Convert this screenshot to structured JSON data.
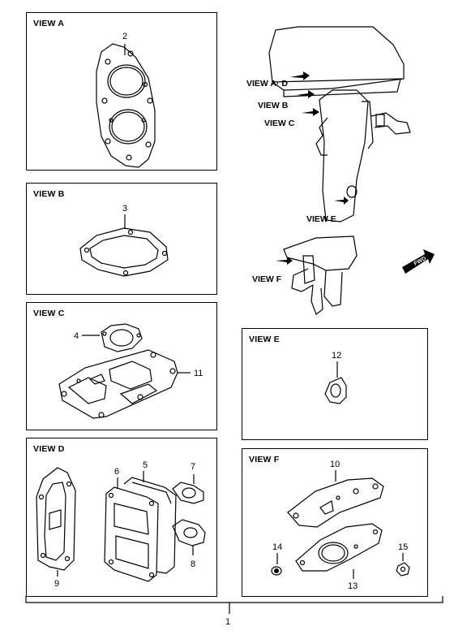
{
  "panels": {
    "a": {
      "title": "VIEW A",
      "parts": [
        "2"
      ]
    },
    "b": {
      "title": "VIEW B",
      "parts": [
        "3"
      ]
    },
    "c": {
      "title": "VIEW C",
      "parts": [
        "4",
        "11"
      ]
    },
    "d": {
      "title": "VIEW D",
      "parts": [
        "5",
        "6",
        "7",
        "8",
        "9"
      ]
    },
    "e": {
      "title": "VIEW E",
      "parts": [
        "12"
      ]
    },
    "f": {
      "title": "VIEW F",
      "parts": [
        "10",
        "14",
        "15",
        "13"
      ]
    }
  },
  "motor_labels": {
    "ad": "VIEW A· D",
    "b": "VIEW B",
    "c": "VIEW C",
    "e": "VIEW E",
    "f": "VIEW F",
    "fwd": "FWD"
  },
  "assembly_number": "1"
}
